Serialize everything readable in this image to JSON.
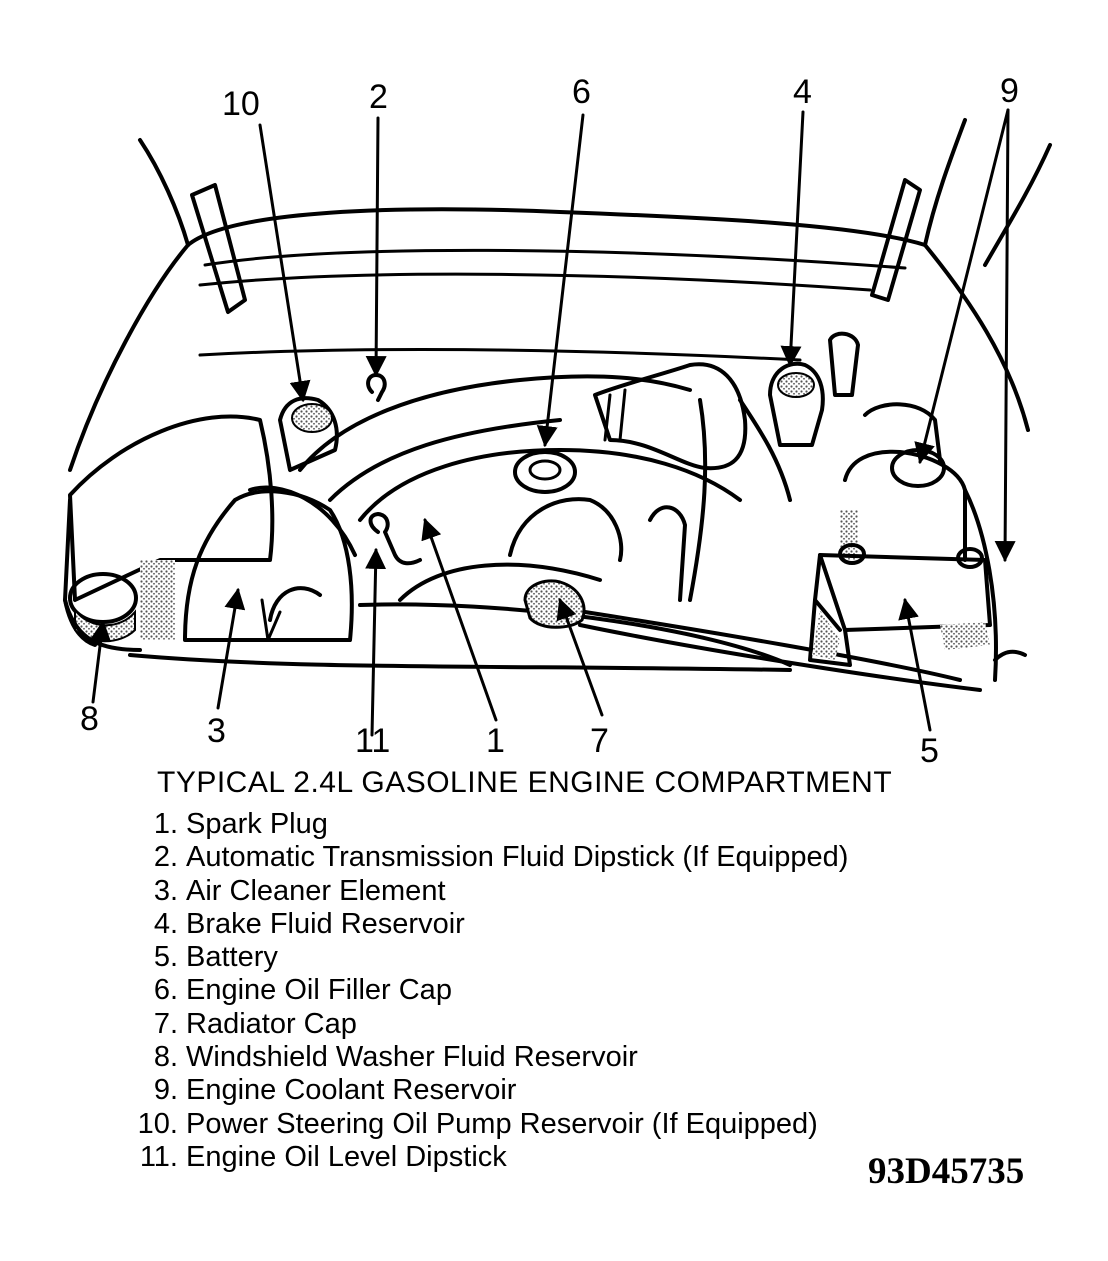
{
  "callouts": [
    {
      "id": "10",
      "label": "10"
    },
    {
      "id": "2",
      "label": "2"
    },
    {
      "id": "6",
      "label": "6"
    },
    {
      "id": "4",
      "label": "4"
    },
    {
      "id": "9",
      "label": "9"
    },
    {
      "id": "8",
      "label": "8"
    },
    {
      "id": "3",
      "label": "3"
    },
    {
      "id": "11",
      "label": "11"
    },
    {
      "id": "1",
      "label": "1"
    },
    {
      "id": "7",
      "label": "7"
    },
    {
      "id": "5",
      "label": "5"
    }
  ],
  "caption": "TYPICAL 2.4L GASOLINE ENGINE COMPARTMENT",
  "legend": [
    {
      "num": "1.",
      "text": "Spark Plug"
    },
    {
      "num": "2.",
      "text": "Automatic Transmission Fluid Dipstick (If Equipped)"
    },
    {
      "num": "3.",
      "text": "Air Cleaner Element"
    },
    {
      "num": "4.",
      "text": "Brake Fluid Reservoir"
    },
    {
      "num": "5.",
      "text": "Battery"
    },
    {
      "num": "6.",
      "text": "Engine Oil Filler Cap"
    },
    {
      "num": "7.",
      "text": "Radiator Cap"
    },
    {
      "num": "8.",
      "text": "Windshield Washer Fluid Reservoir"
    },
    {
      "num": "9.",
      "text": "Engine Coolant Reservoir"
    },
    {
      "num": "10.",
      "text": "Power Steering Oil Pump Reservoir (If Equipped)"
    },
    {
      "num": "11.",
      "text": "Engine Oil Level Dipstick"
    }
  ],
  "figure_id": "93D45735",
  "colors": {
    "ink": "#000000",
    "paper": "#ffffff",
    "stipple": "#7a7a7a"
  }
}
